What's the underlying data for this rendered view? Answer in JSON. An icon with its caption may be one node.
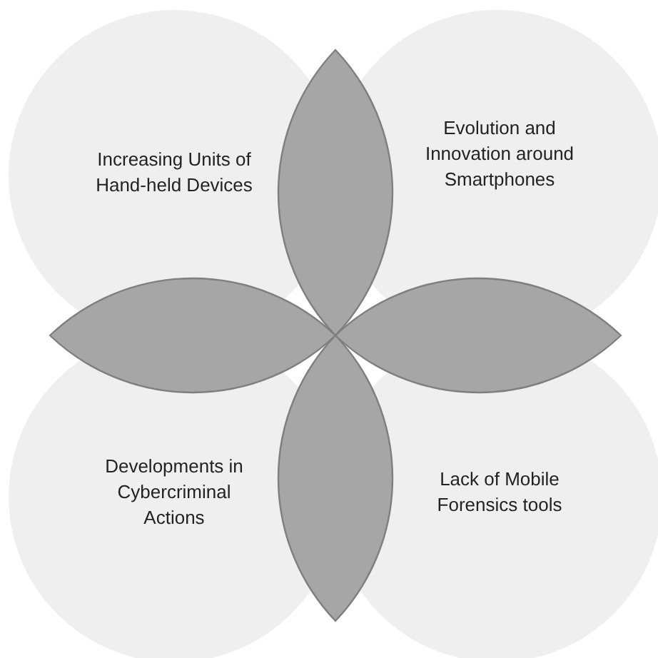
{
  "diagram": {
    "nodes": [
      {
        "text": [
          "Increasing Units of Hand-held Devices"
        ]
      },
      {
        "text": [
          "Evolution and Innovation around Smartphones"
        ]
      },
      {
        "text": [
          "Developments in Cybercriminal Actions"
        ]
      },
      {
        "text": [
          "Lack of Mobile Forensics tools"
        ]
      }
    ]
  }
}
